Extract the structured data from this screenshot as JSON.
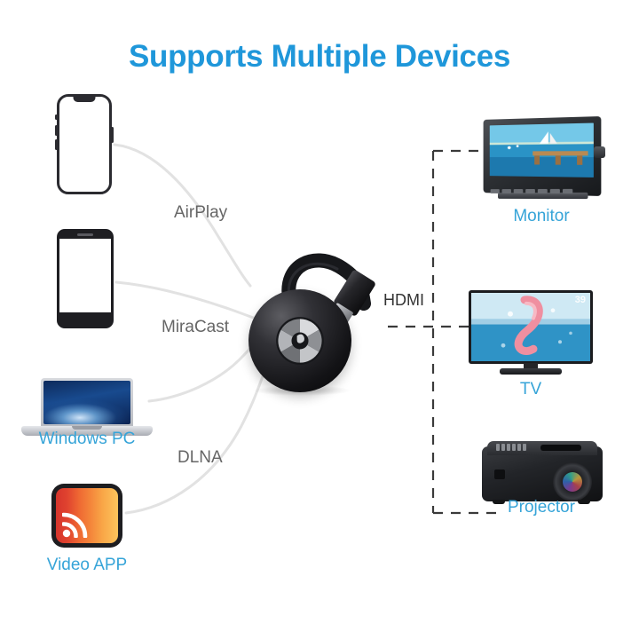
{
  "page": {
    "title": "Supports Multiple Devices",
    "background_color": "#ffffff",
    "title_color": "#1f97da",
    "device_label_color": "#36a4d8",
    "protocol_label_color": "#666666"
  },
  "sources": [
    {
      "name": "iphone",
      "label": "",
      "protocol": "AirPlay"
    },
    {
      "name": "android",
      "label": "",
      "protocol": "MiraCast"
    },
    {
      "name": "laptop",
      "label": "Windows PC",
      "protocol": ""
    },
    {
      "name": "video_app",
      "label": "Video APP",
      "protocol": "DLNA"
    }
  ],
  "protocols": {
    "airplay": "AirPlay",
    "miracast": "MiraCast",
    "dlna": "DLNA"
  },
  "source_labels": {
    "windows_pc": "Windows PC",
    "video_app": "Video APP"
  },
  "center_device": {
    "name": "wireless-display-dongle",
    "logo": "aperture-icon",
    "body_color": "#0d0d10",
    "connector_label": "HDMI"
  },
  "outputs": [
    {
      "name": "monitor",
      "label": "Monitor",
      "screen_content": "beach-sailboat-photo"
    },
    {
      "name": "tv",
      "label": "TV",
      "screen_content": "water-splash-photo",
      "size_badge": "39"
    },
    {
      "name": "projector",
      "label": "Projector",
      "screen_content": ""
    }
  ],
  "output_labels": {
    "monitor": "Monitor",
    "tv": "TV",
    "projector": "Projector"
  },
  "tv_badge": "39",
  "connector": {
    "hdmi_label": "HDMI"
  }
}
